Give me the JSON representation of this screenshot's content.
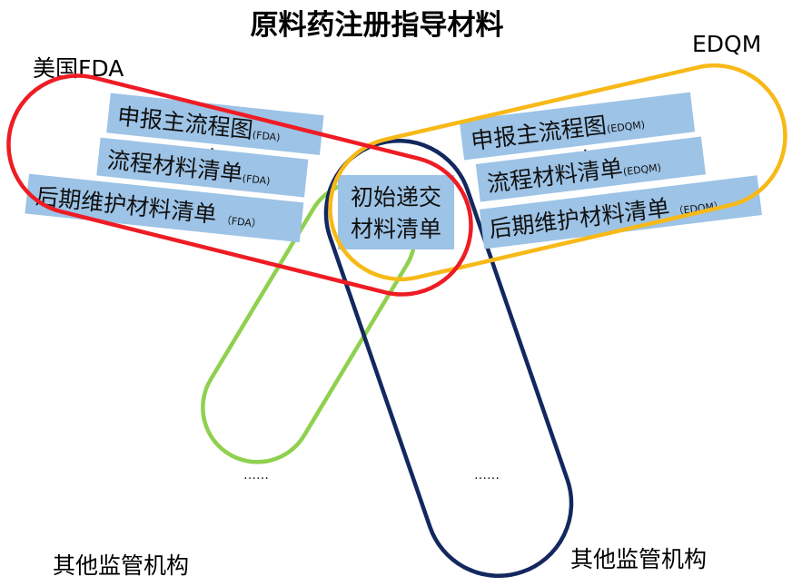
{
  "title": "原料药注册指导材料",
  "regions": {
    "fda": "美国FDA",
    "edqm": "EDQM",
    "other_left": "其他监管机构",
    "other_right": "其他监管机构"
  },
  "fda_boxes": {
    "flow_main": "申报主流程图",
    "flow_sub": "(FDA)",
    "plus": "+",
    "list_main": "流程材料清单",
    "list_sub": "(FDA)",
    "maint_main": "后期维护材料清单",
    "maint_sub": "（FDA）"
  },
  "edqm_boxes": {
    "flow_main": "申报主流程图",
    "flow_sub": "(EDQM)",
    "plus": "+",
    "list_main": "流程材料清单",
    "list_sub": "(EDQM)",
    "maint_main": "后期维护材料清单",
    "maint_sub": "（EDQM）"
  },
  "center_box": {
    "line1": "初始递交",
    "line2": "材料清单"
  },
  "ellipsis": {
    "left": "……",
    "right": "……"
  },
  "colors": {
    "fda_ring": "#ee1c24",
    "edqm_ring": "#f7b917",
    "green_ring": "#8fd14f",
    "navy_ring": "#12285e",
    "box_fill": "#9dc3e6"
  }
}
